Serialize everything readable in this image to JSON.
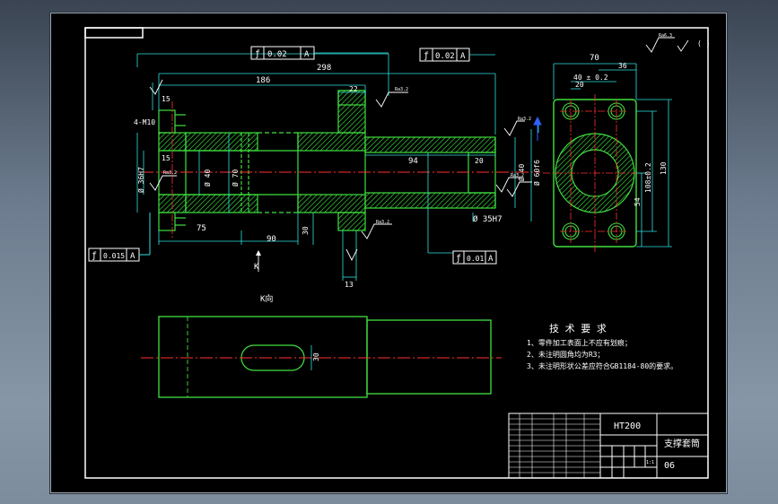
{
  "dims": {
    "d70_top": "70",
    "d40_20": "40 ± 0.2",
    "d36": "36",
    "d20": "20",
    "d298": "298",
    "d186": "186",
    "d15a": "15",
    "d22": "22",
    "d4m10": "4-M10",
    "d40a": "Ø 40",
    "d70a": "Ø 70",
    "d36h7": "Ø 36H7",
    "d15b": "15",
    "d94": "94",
    "d20b": "20",
    "d40b": "Ø 40",
    "d60": "Ø 60f6",
    "d35": "Ø 35H7",
    "d75": "75",
    "d90": "90",
    "d30": "30",
    "d13": "13",
    "d108": "108±0.2",
    "d130": "130",
    "d54": "54",
    "d30k": "30",
    "kletter": "K",
    "kview": "K向"
  },
  "tol": {
    "t1_val": "0.02",
    "t1_ref": "A",
    "t2_val": "0.02",
    "t2_ref": "A",
    "t3_val": "0.015",
    "t3_ref": "A",
    "t4_val": "0.01",
    "t4_ref": "A",
    "ra": "Ra6.3",
    "ra_small": "Ra3.2"
  },
  "requirements": {
    "title": "技 术 要 求",
    "items": [
      "1、零件加工表面上不应有划痕；",
      "2、未注明圆角均为R3；",
      "3、未注明形状公差应符合GB1184-80的要求。"
    ]
  },
  "titleblock": {
    "material": "HT200",
    "part_name": "支撑套筒",
    "drawing_no": "06",
    "scale_ratio": "1:1"
  },
  "colors": {
    "green": "#40e040",
    "cyan": "#30e0e0",
    "red": "#ff3030",
    "white": "#ffffff",
    "yellow": "#ffff40"
  }
}
